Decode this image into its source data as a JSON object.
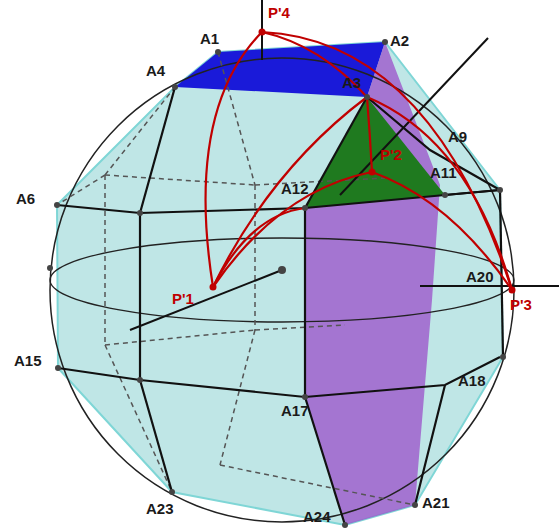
{
  "diagram": {
    "labels": [
      "A1",
      "P'4",
      "A2",
      "A4",
      "A3",
      "A6",
      "A9",
      "P'2",
      "A11",
      "A12",
      "P'1",
      "P'3",
      "A20",
      "A15",
      "A17",
      "A18",
      "A21",
      "A23",
      "A24"
    ]
  }
}
